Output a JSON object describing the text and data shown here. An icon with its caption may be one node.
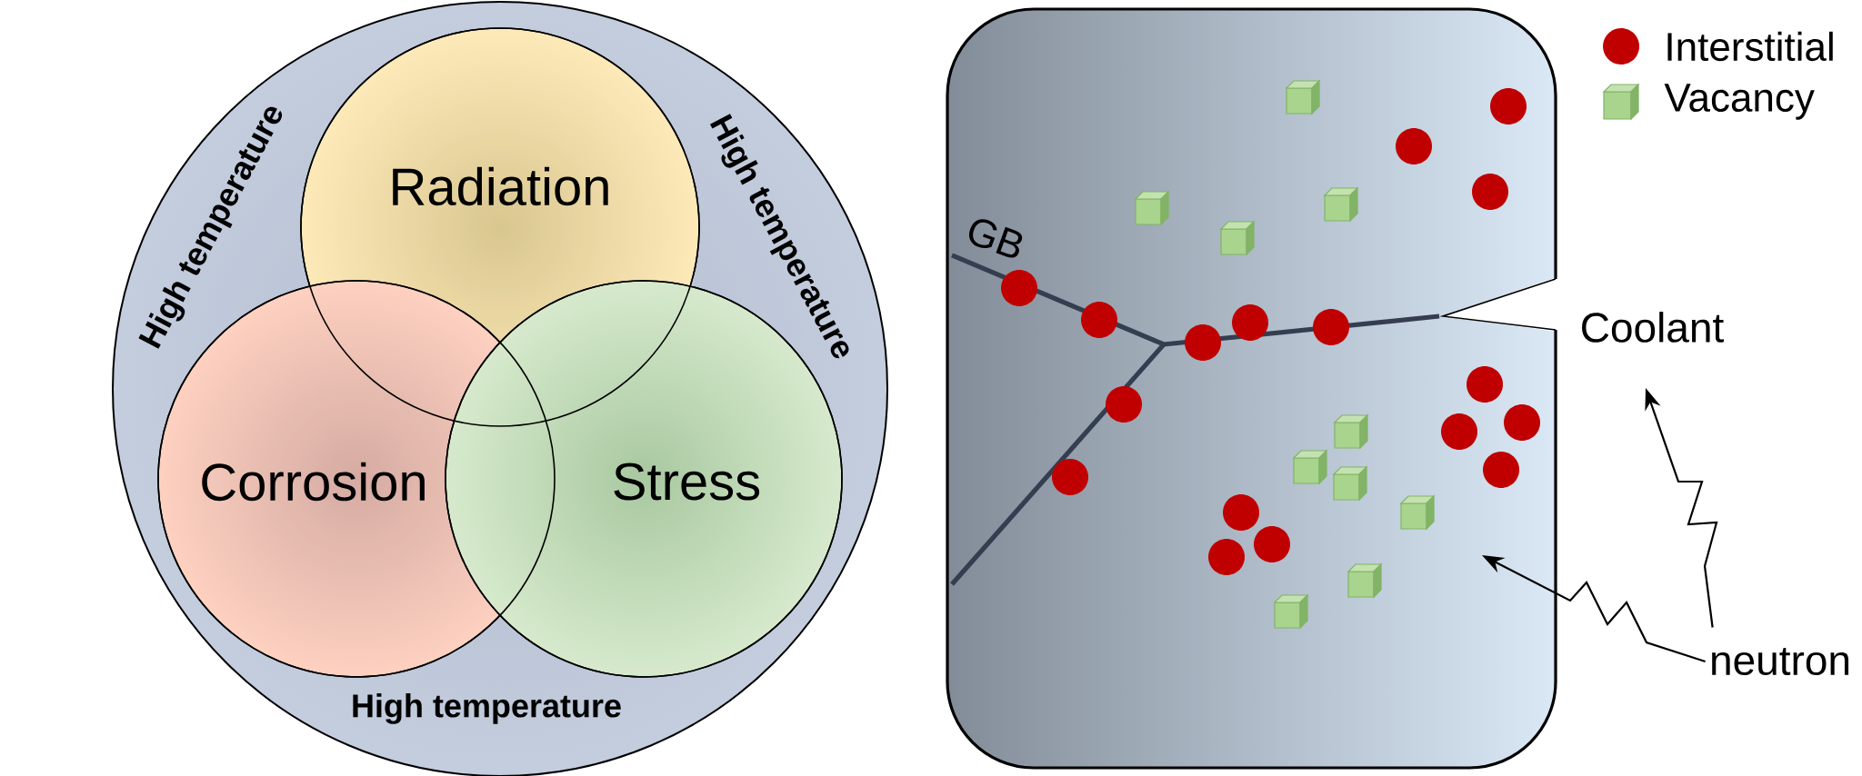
{
  "diagram": {
    "nodes": [
      {
        "text": [
          "High temperature",
          "High temperature",
          "High temperature"
        ]
      },
      {
        "text": [
          "Radiation"
        ],
        "in": 0
      },
      {
        "text": [
          "Corrosion"
        ],
        "in": 0
      },
      {
        "text": [
          "Stress"
        ],
        "in": 0
      },
      {
        "text": [],
        "shape": "box"
      },
      {
        "text": [
          "Coolant"
        ]
      },
      {
        "text": [
          "neutron"
        ]
      }
    ],
    "edges": [
      {
        "from": 6,
        "to": 4,
        "arrow": "to"
      },
      {
        "from": 6,
        "to": 5,
        "arrow": "to"
      }
    ],
    "labels": [
      "GB"
    ],
    "legend": [
      {
        "text": "Interstitial"
      },
      {
        "text": "Vacancy"
      }
    ]
  }
}
